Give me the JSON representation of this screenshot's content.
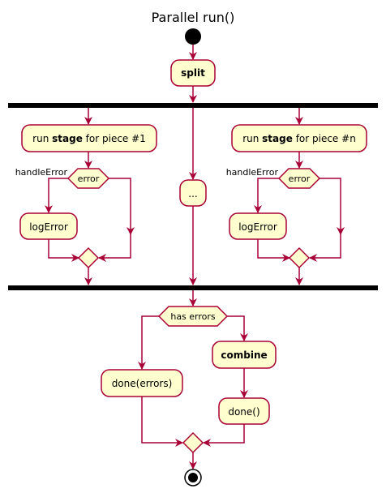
{
  "title": "Parallel run()",
  "nodes": {
    "split": "split",
    "run_prefix": "run ",
    "stage": "stage",
    "piece1_suffix": " for piece #1",
    "piecen_suffix": " for piece #n",
    "ellipsis": "...",
    "log_error": "logError",
    "combine": "combine",
    "done_errors": "done(errors)",
    "done": "done()"
  },
  "decisions": {
    "error": "error",
    "handle_error": "handleError",
    "has_errors": "has errors"
  },
  "colors": {
    "node_fill": "#FEFECE",
    "border": "#A80036",
    "bar": "#000000"
  }
}
